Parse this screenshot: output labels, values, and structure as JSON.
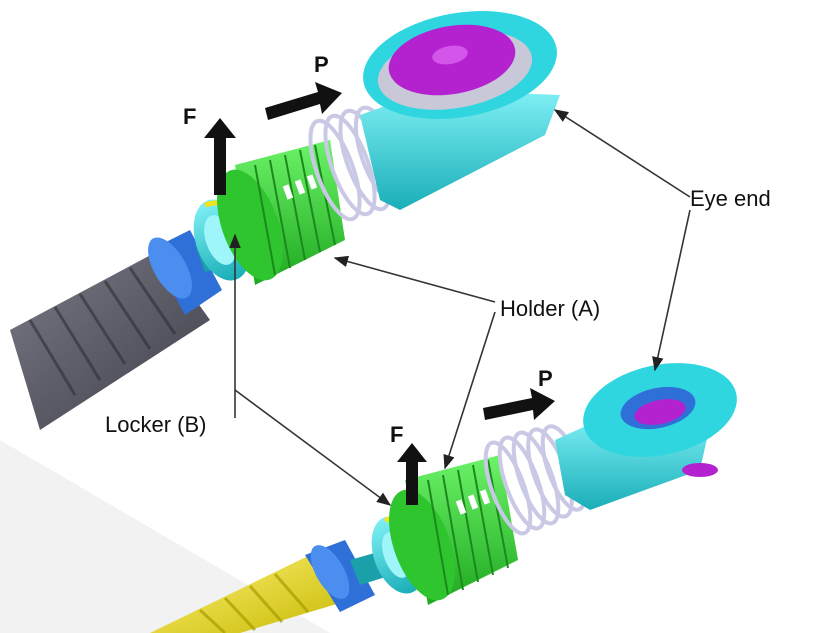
{
  "labels": {
    "eye_end": "Eye end",
    "holder": "Holder (A)",
    "locker": "Locker (B)",
    "push_upper": "P",
    "force_upper": "F",
    "push_lower": "P",
    "force_lower": "F"
  },
  "colors": {
    "cable_gray": "#5a5a66",
    "cable_yellow": "#f0e63c",
    "fitting_blue": "#2f6fd8",
    "eye_cyan": "#2fd6e0",
    "holder_green": "#37e23a",
    "spring_lavender": "#c9c9e6",
    "pad_purple": "#b422d0",
    "arrow_black": "#111111",
    "locker_yellow": "#f3e31a"
  },
  "icons": [
    "push-arrow-icon",
    "lift-arrow-icon"
  ]
}
